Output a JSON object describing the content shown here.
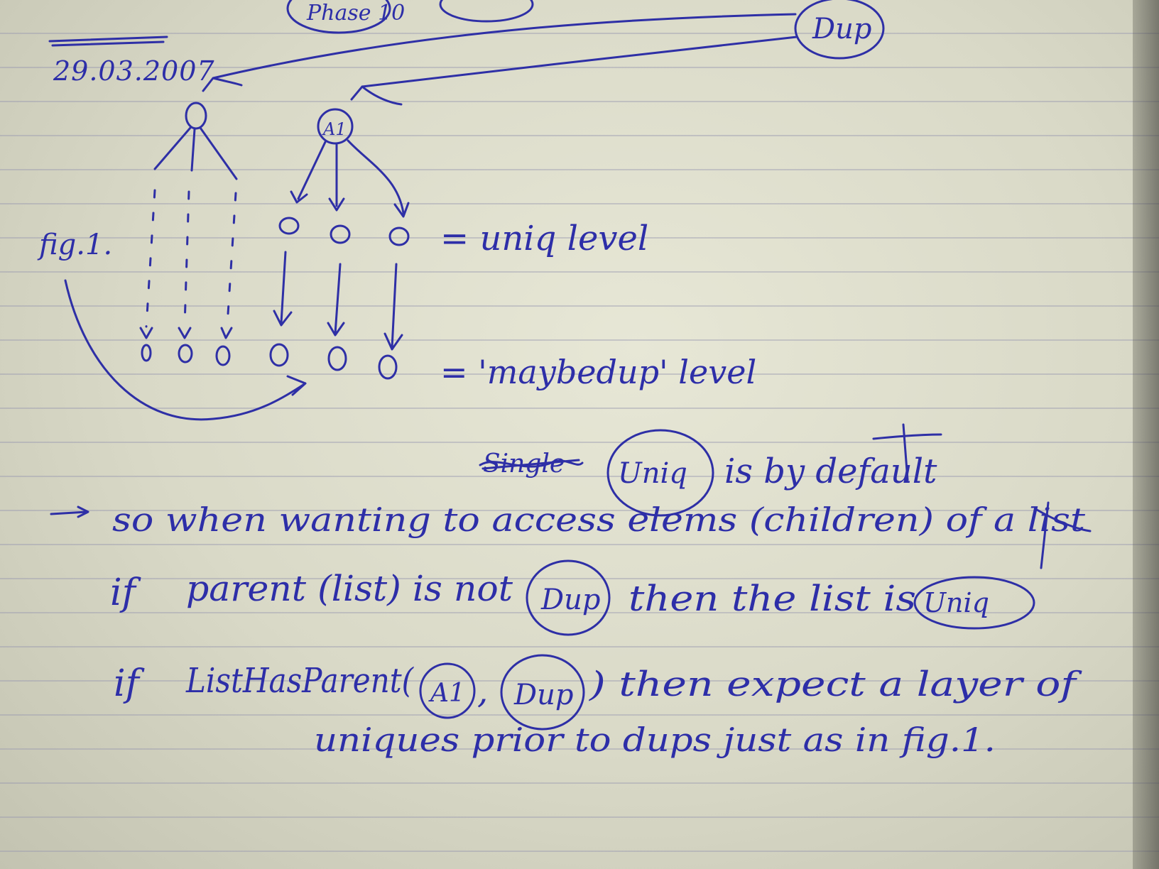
{
  "note": {
    "top_bubble_left": "Phase 10",
    "top_bubble_right": "Dup",
    "date": "29.03.2007",
    "fig_label": "fig.1.",
    "node_a1": "A1",
    "uniq_level": "= uniq level",
    "maybedup_level": "= 'maybedup' level",
    "uniq_default_struck": "Single",
    "uniq_default_circled": "Uniq",
    "uniq_default_rest": "is by default",
    "line1_arrow": "→",
    "line1": "so when wanting to access elems (children) of a list",
    "line2_if": "if",
    "line2_a": "parent (list) is not",
    "line2_dup": "Dup",
    "line2_b": "then the list is",
    "line2_uniq": "Uniq",
    "line3_if": "if",
    "line3_a": "ListHasParent(",
    "line3_a1": "A1",
    "line3_comma": ",",
    "line3_dup": "Dup",
    "line3_b": ") then expect a layer of",
    "line4": "uniques prior to dups just as in fig.1."
  }
}
